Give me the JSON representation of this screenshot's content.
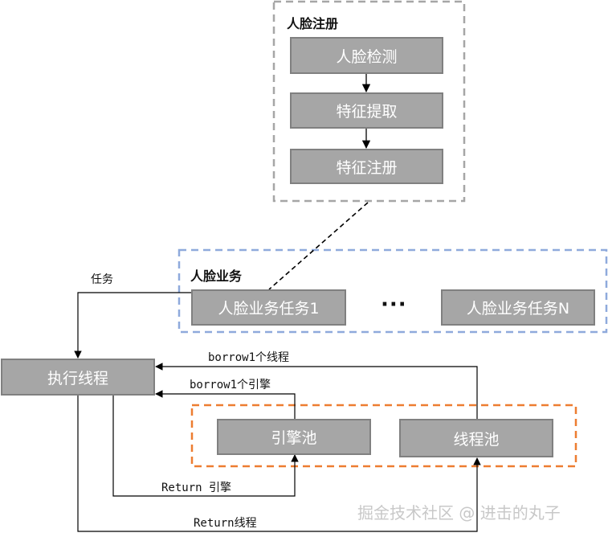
{
  "groups": {
    "face_register": {
      "title": "人脸注册",
      "border_color": "#a6a6a6"
    },
    "face_business": {
      "title": "人脸业务",
      "border_color": "#8faadc"
    },
    "pool_group": {
      "border_color": "#ed7d31"
    }
  },
  "nodes": {
    "face_detect": "人脸检测",
    "feature_extract": "特征提取",
    "feature_register": "特征注册",
    "task_1": "人脸业务任务1",
    "ellipsis": "···",
    "task_n": "人脸业务任务N",
    "exec_thread": "执行线程",
    "engine_pool": "引擎池",
    "thread_pool": "线程池"
  },
  "edges": {
    "task": "任务",
    "borrow_thread": "borrow1个线程",
    "borrow_engine": "borrow1个引擎",
    "return_engine": "Return 引擎",
    "return_thread": "Return线程"
  },
  "watermark": "掘金技术社区 @ 进击的丸子",
  "colors": {
    "node_fill": "#a6a6a6",
    "node_border": "#808080",
    "node_text": "#ffffff",
    "line": "#000000"
  }
}
